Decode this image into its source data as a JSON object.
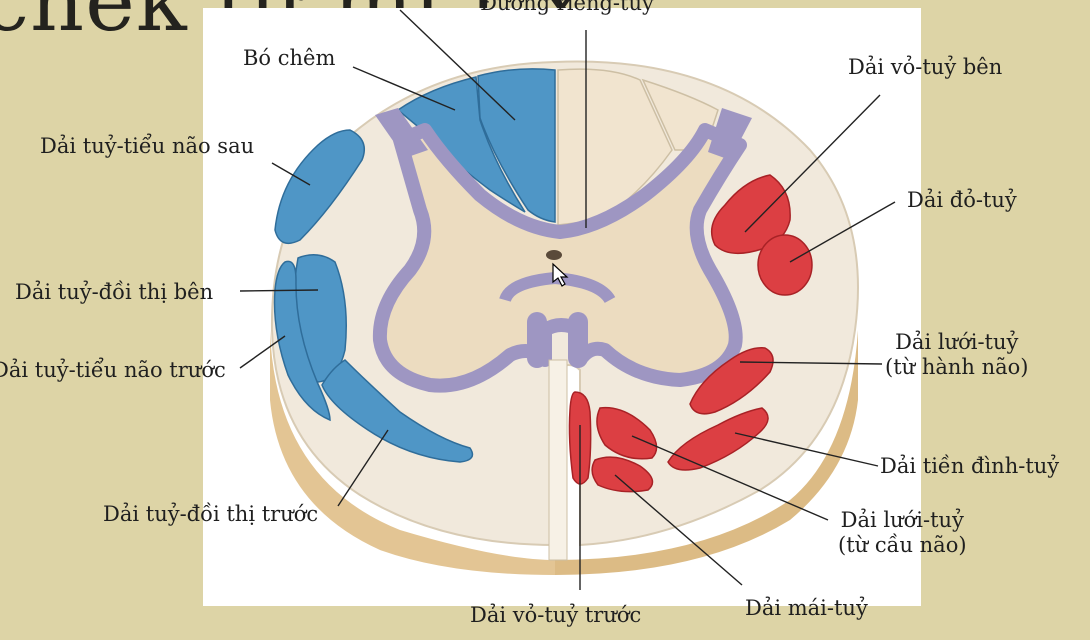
{
  "slide": {
    "title_fragment": "chék từ mi r x"
  },
  "labels": {
    "duong_rieng_tuy": "Đường riêng-tuỷ",
    "bo_chem": "Bó chêm",
    "dai_tuy_tieu_nao_sau": "Dải tuỷ-tiểu não sau",
    "dai_tuy_doi_thi_ben": "Dải tuỷ-đồi thị bên",
    "dai_tuy_tieu_nao_truoc": "Dải tuỷ-tiểu não trước",
    "dai_tuy_doi_thi_truoc": "Dải tuỷ-đồi thị trước",
    "dai_vo_tuy_truoc": "Dải vỏ-tuỷ trước",
    "dai_mai_tuy": "Dải mái-tuỷ",
    "dai_luoi_tuy_cau_nao_1": "Dải lưới-tuỷ",
    "dai_luoi_tuy_cau_nao_2": "(từ cầu não)",
    "dai_tien_dinh_tuy": "Dải tiền đình-tuỷ",
    "dai_luoi_tuy_hanh_nao_1": "Dải lưới-tuỷ",
    "dai_luoi_tuy_hanh_nao_2": "(từ hành não)",
    "dai_do_tuy": "Dải đỏ-tuỷ",
    "dai_vo_tuy_ben": "Dải vỏ-tuỷ bên"
  },
  "colors": {
    "background": "#ddd4a6",
    "panel": "#ffffff",
    "white_matter": "#f1e9dc",
    "grey_matter_fill": "#ecdcc0",
    "grey_matter_outline": "#9e96c2",
    "side_wall": "#e3c594",
    "ascending_tracts": "#4f96c6",
    "descending_tracts": "#dc3f43",
    "leader_lines": "#222222"
  }
}
